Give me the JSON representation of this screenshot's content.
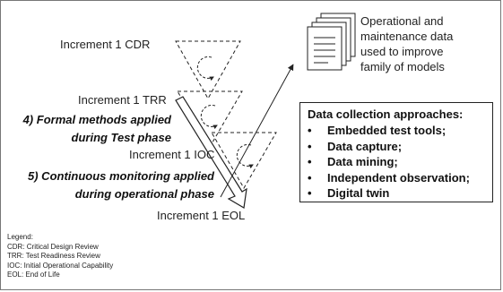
{
  "milestones": {
    "cdr": "Increment 1 CDR",
    "trr": "Increment 1 TRR",
    "ioc": "Increment 1 IOC",
    "eol": "Increment 1 EOL"
  },
  "phases": {
    "test_line1": "4) Formal methods applied",
    "test_line2": "during Test phase",
    "ops_line1": "5) Continuous monitoring applied",
    "ops_line2": "during operational phase"
  },
  "operational_data": {
    "line1": "Operational and",
    "line2": "maintenance data",
    "line3": "used to improve",
    "line4": "family of models"
  },
  "data_collection": {
    "title": "Data collection approaches:",
    "items": [
      "Embedded test tools;",
      "Data capture;",
      "Data mining;",
      "Independent observation;",
      "Digital twin"
    ]
  },
  "legend": {
    "title": "Legend:",
    "items": [
      "CDR: Critical Design Review",
      "TRR: Test Readiness Review",
      "IOC: Initial Operational Capability",
      "EOL: End of Life"
    ]
  },
  "icons": [
    "document-stack-icon",
    "cycle-arrow-icon",
    "downward-arrow-icon",
    "feedback-arrow-icon"
  ]
}
